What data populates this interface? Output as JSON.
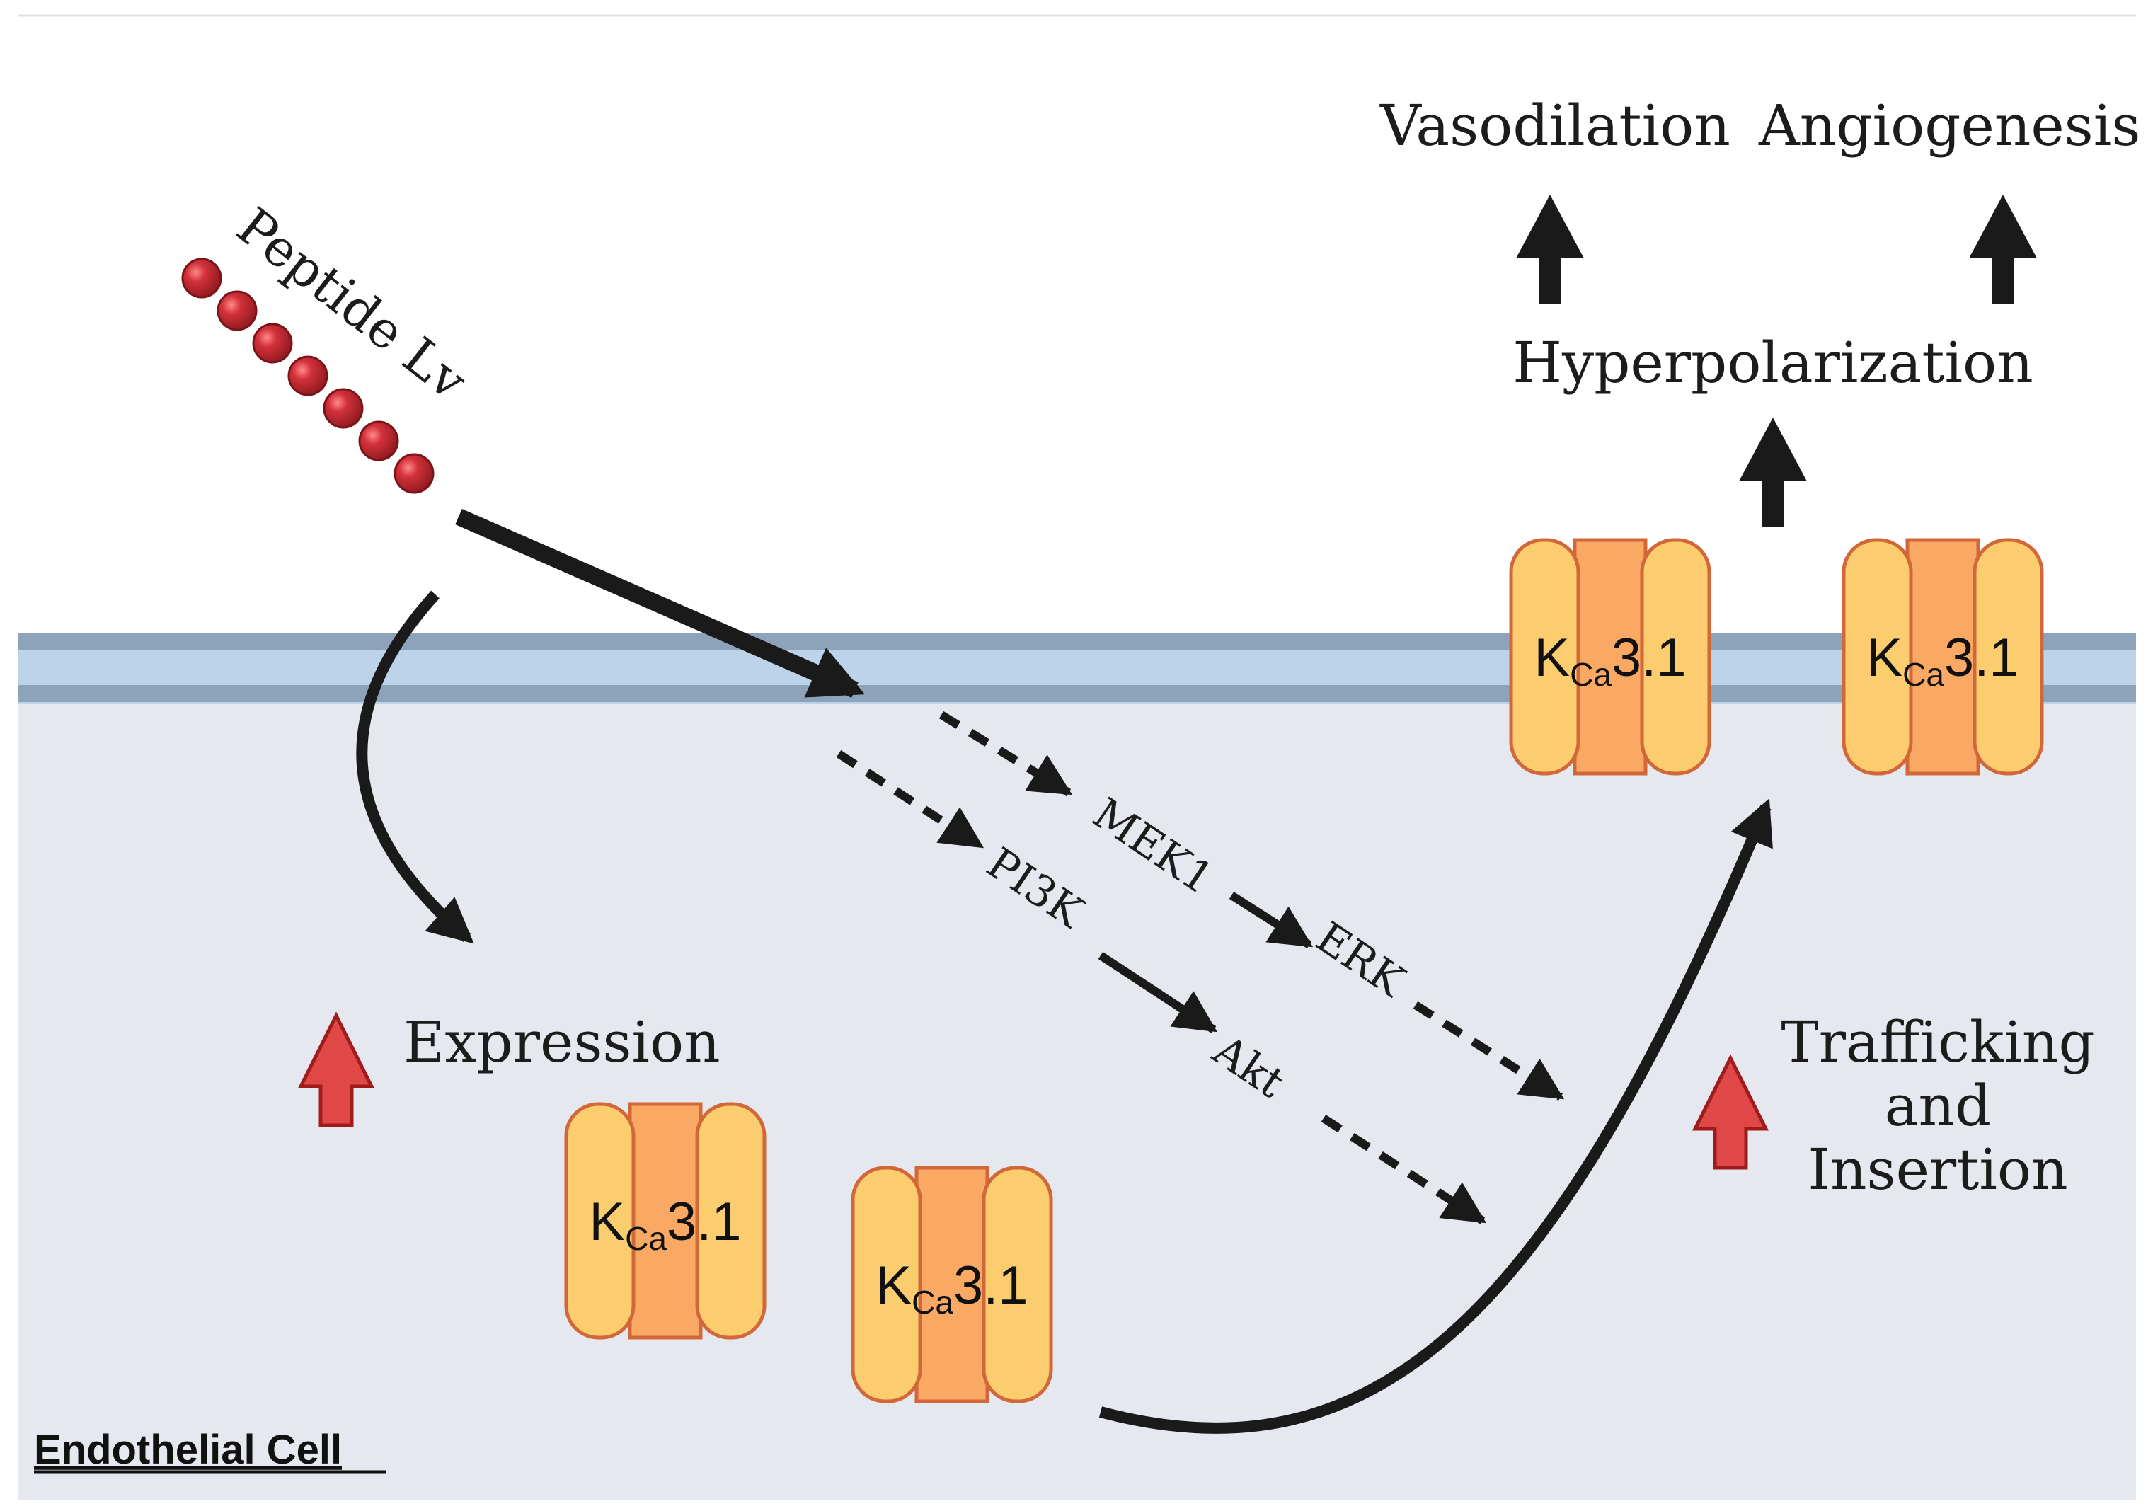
{
  "peptide": {
    "label": "Peptide Lv",
    "bead_color": "#c0272d",
    "bead_count": 7
  },
  "outcomes": {
    "vasodilation": "Vasodilation",
    "angiogenesis": "Angiogenesis",
    "hyperpolarization": "Hyperpolarization"
  },
  "pathway": {
    "mek1": "MEK1",
    "erk": "ERK",
    "pi3k": "PI3K",
    "akt": "Akt"
  },
  "effects": {
    "expression": "Expression",
    "trafficking_line1": "Trafficking",
    "trafficking_line2": "and",
    "trafficking_line3": "Insertion"
  },
  "channel": {
    "main": "K",
    "sub": "Ca",
    "suffix": "3.1"
  },
  "cell": {
    "label": "Endothelial Cell"
  },
  "colors": {
    "membrane_outer": "#8da3ba",
    "membrane_inner": "#bcd3ea",
    "cytoplasm": "#e5e8ee",
    "channel_outer": "#fbcd6f",
    "channel_inner": "#f9a963",
    "channel_stroke": "#d2683a",
    "up_arrow_red": "#e04848",
    "arrow_black": "#1a1a1a"
  }
}
